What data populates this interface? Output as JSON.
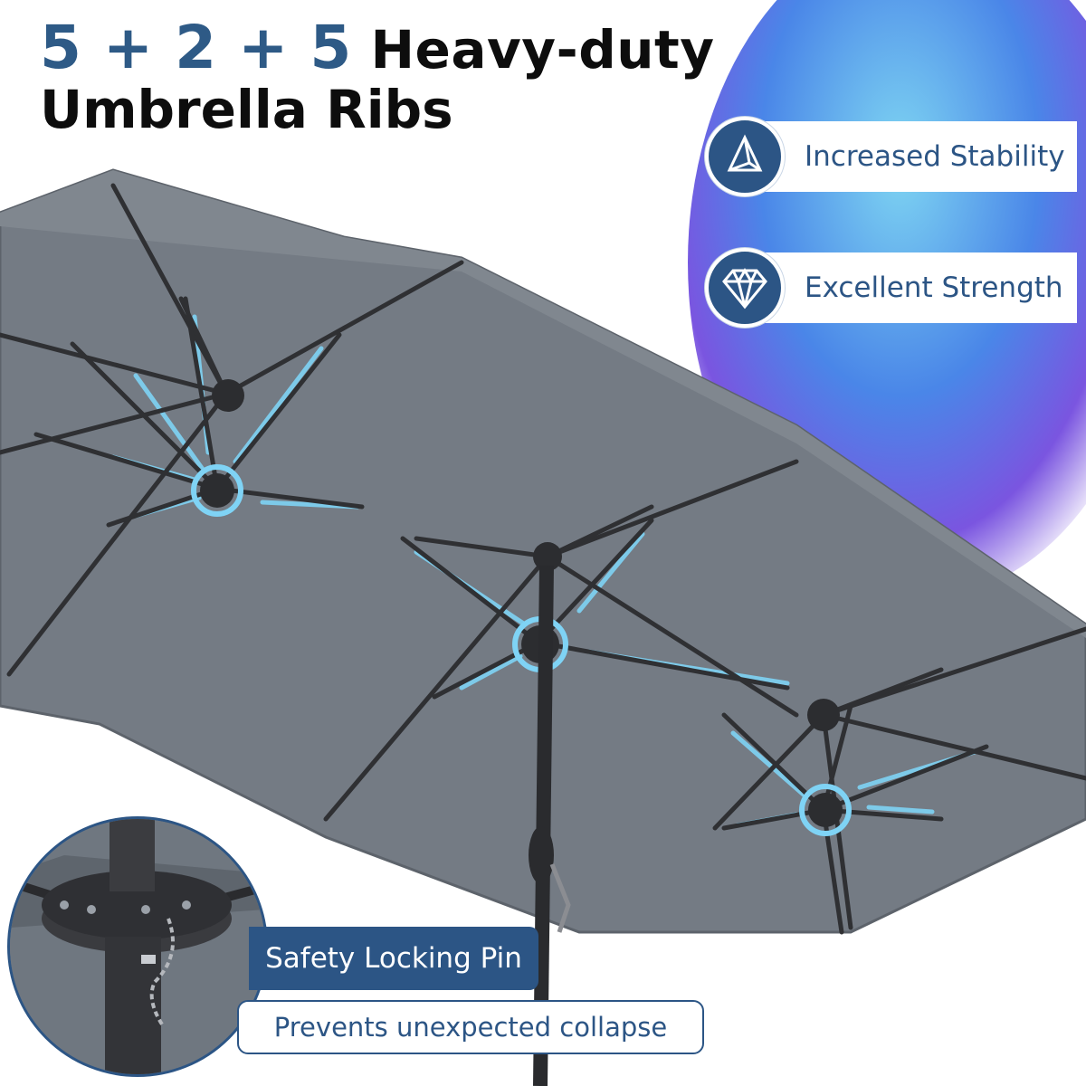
{
  "headline": {
    "numbers": "5 + 2 + 5",
    "line1_rest": "Heavy-duty",
    "line2": "Umbrella Ribs"
  },
  "features": [
    {
      "label": "Increased Stability",
      "icon": "pyramid-icon"
    },
    {
      "label": "Excellent Strength",
      "icon": "diamond-icon"
    }
  ],
  "callout": {
    "title": "Safety Locking Pin",
    "subtitle": "Prevents unexpected collapse"
  },
  "colors": {
    "brand_blue": "#2c5585",
    "canopy": "#747b84",
    "rib": "#2f3033",
    "rib_highlight": "#7fd3f5"
  }
}
